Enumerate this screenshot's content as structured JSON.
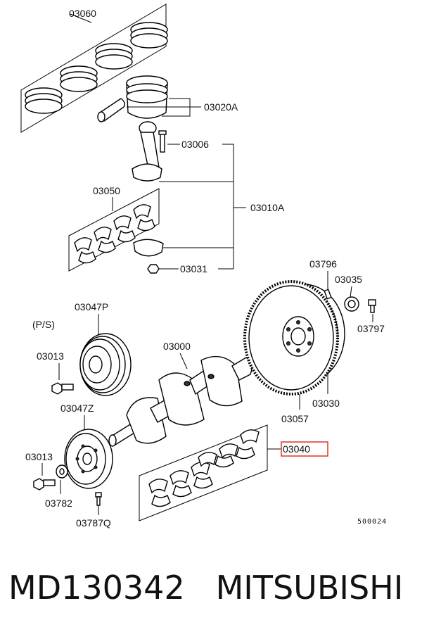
{
  "labels": {
    "l03060": "03060",
    "l03020A": "03020A",
    "l03006": "03006",
    "l03050": "03050",
    "l03010A": "03010A",
    "l03031": "03031",
    "l03796": "03796",
    "l03035": "03035",
    "l03797": "03797",
    "l03047P": "03047P",
    "lPS": "(P/S)",
    "l03013a": "03013",
    "l03000": "03000",
    "l03030": "03030",
    "l03057": "03057",
    "l03047Z": "03047Z",
    "l03040": "03040",
    "l03013b": "03013",
    "l03782": "03782",
    "l03787Q": "03787Q",
    "ref": "500024"
  },
  "caption": {
    "part_number": "MD130342",
    "brand": "MITSUBISHI"
  },
  "colors": {
    "highlight": "#e03030"
  }
}
